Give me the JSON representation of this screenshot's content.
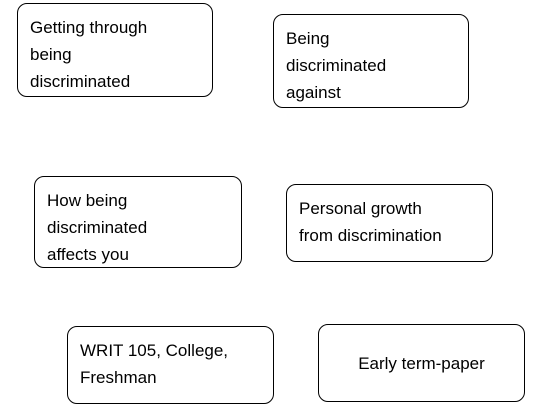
{
  "nodes": [
    {
      "id": "getting-through",
      "lines": [
        "Getting through",
        "being",
        "discriminated"
      ]
    },
    {
      "id": "being-discriminated-against",
      "lines": [
        "Being",
        "discriminated",
        "against"
      ]
    },
    {
      "id": "how-it-affects-you",
      "lines": [
        "How being",
        "discriminated",
        "affects you"
      ]
    },
    {
      "id": "personal-growth",
      "lines": [
        "Personal growth",
        "from discrimination"
      ]
    },
    {
      "id": "course-info",
      "lines": [
        "WRIT 105, College,",
        "Freshman"
      ]
    },
    {
      "id": "early-term-paper",
      "lines": [
        "Early term-paper"
      ]
    }
  ],
  "colors": {
    "border": "#000000",
    "background": "#ffffff",
    "text": "#000000"
  }
}
